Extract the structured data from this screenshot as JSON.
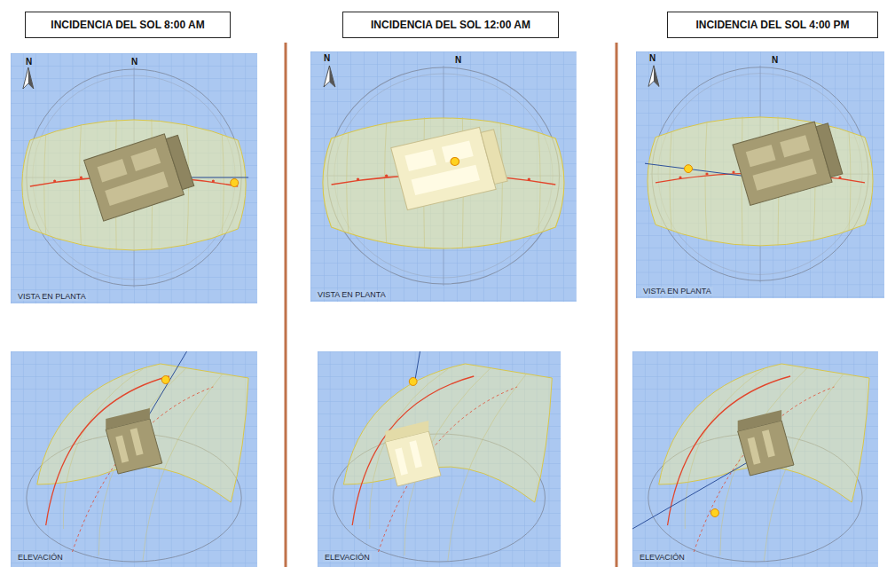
{
  "diagram": {
    "nodes": [
      {
        "text": [
          "INCIDENCIA DEL SOL 8:00 AM"
        ]
      },
      {
        "text": [
          "VISTA EN PLANTA"
        ]
      },
      {
        "text": [
          "ELEVACIÓN"
        ]
      },
      {
        "text": [
          "INCIDENCIA DEL SOL 12:00 AM"
        ]
      },
      {
        "text": [
          "VISTA EN PLANTA"
        ]
      },
      {
        "text": [
          "ELEVACIÓN"
        ]
      },
      {
        "text": [
          "INCIDENCIA DEL SOL 4:00 PM"
        ]
      },
      {
        "text": [
          "VISTA EN PLANTA"
        ]
      },
      {
        "text": [
          "ELEVACIÓN"
        ]
      }
    ],
    "edges": [],
    "labels": [
      "N",
      "N",
      "N",
      "N",
      "N",
      "N"
    ]
  }
}
